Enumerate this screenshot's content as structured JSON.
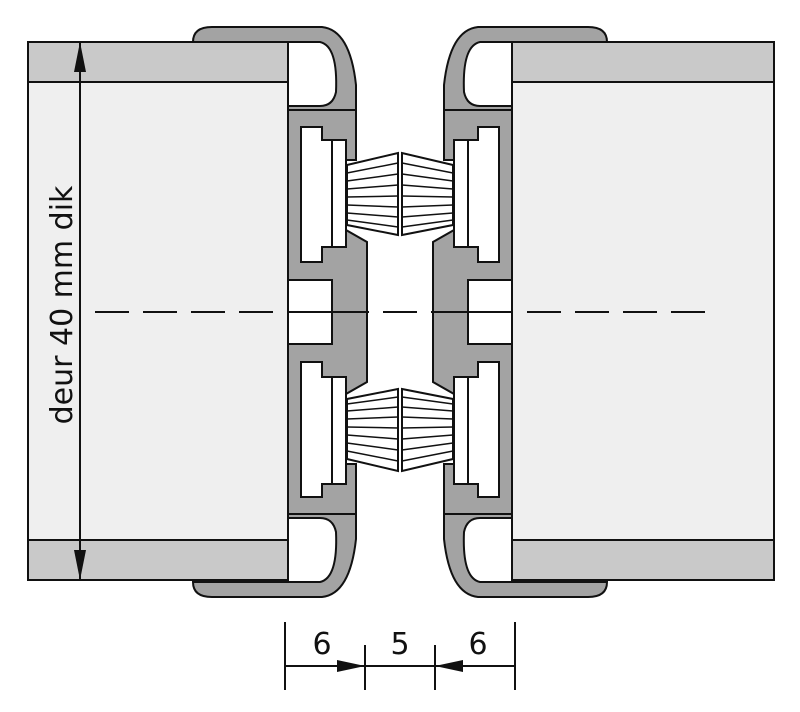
{
  "diagram": {
    "door_thickness_label": "deur 40 mm dik",
    "dimensions": [
      "6",
      "5",
      "6"
    ],
    "colors": {
      "profile": "#a3a3a3",
      "door_face": "#efefef",
      "door_band": "#c9c9c9",
      "line": "#111111"
    }
  }
}
